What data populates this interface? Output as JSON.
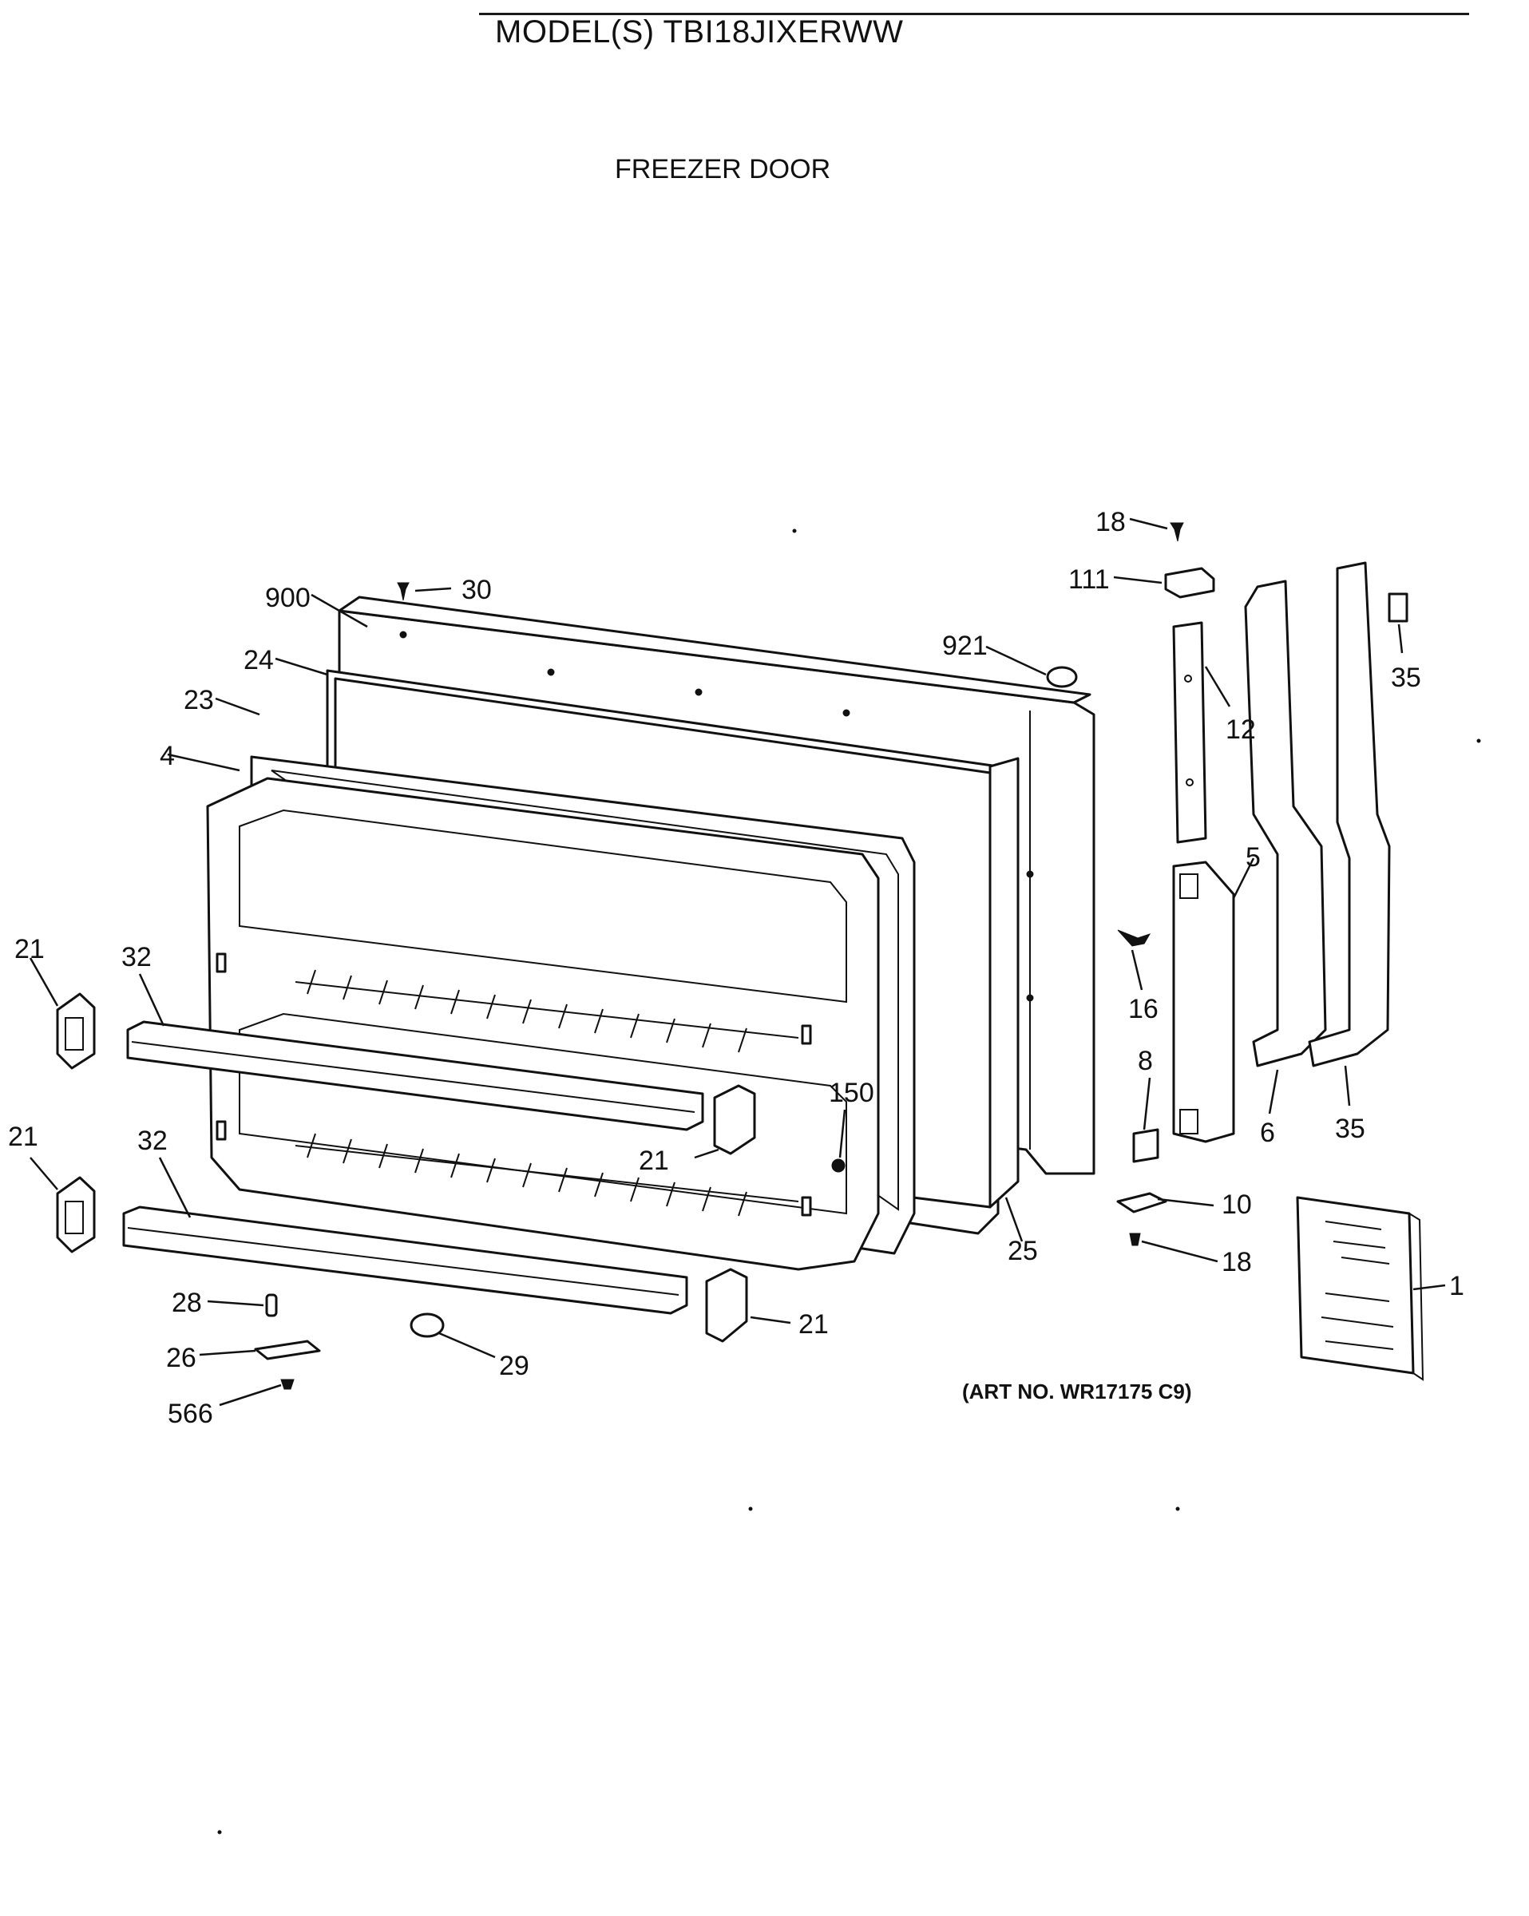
{
  "header": {
    "title": "MODEL(S) TBI18JIXERWW",
    "subtitle": "FREEZER DOOR"
  },
  "art_number": "(ART NO. WR17175 C9)",
  "callouts": {
    "c18a": "18",
    "c111": "111",
    "c30": "30",
    "c900": "900",
    "c921": "921",
    "c24": "24",
    "c23": "23",
    "c4": "4",
    "c12": "12",
    "c35a": "35",
    "c5": "5",
    "c21a": "21",
    "c32a": "32",
    "c16": "16",
    "c8": "8",
    "c150": "150",
    "c21b": "21",
    "c6": "6",
    "c35b": "35",
    "c21c": "21",
    "c32b": "32",
    "c10": "10",
    "c25": "25",
    "c18b": "18",
    "c1": "1",
    "c28": "28",
    "c21d": "21",
    "c26": "26",
    "c29": "29",
    "c566": "566"
  }
}
